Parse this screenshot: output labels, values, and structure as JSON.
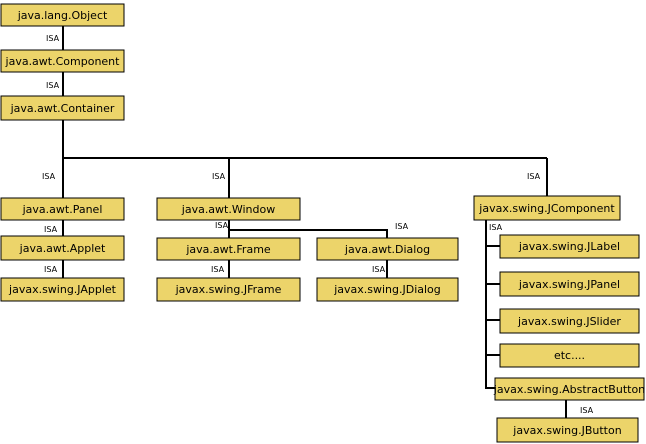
{
  "colors": {
    "box_fill": "#ecd46a",
    "line": "#000000",
    "background": "#ffffff"
  },
  "edge_label": "ISA",
  "classes": {
    "object": "java.lang.Object",
    "component": "java.awt.Component",
    "container": "java.awt.Container",
    "panel": "java.awt.Panel",
    "applet": "java.awt.Applet",
    "japplet": "javax.swing.JApplet",
    "window": "java.awt.Window",
    "frame": "java.awt.Frame",
    "jframe": "javax.swing.JFrame",
    "dialog": "java.awt.Dialog",
    "jdialog": "javax.swing.JDialog",
    "jcomponent": "javax.swing.JComponent",
    "jlabel": "javax.swing.JLabel",
    "jpanel": "javax.swing.JPanel",
    "jslider": "javax.swing.JSlider",
    "etc": "etc....",
    "abstractbutton": "javax.swing.AbstractButton",
    "jbutton": "javax.swing.JButton"
  },
  "edges": [
    {
      "from": "component",
      "to": "object"
    },
    {
      "from": "container",
      "to": "component"
    },
    {
      "from": "panel",
      "to": "container"
    },
    {
      "from": "window",
      "to": "container"
    },
    {
      "from": "jcomponent",
      "to": "container"
    },
    {
      "from": "applet",
      "to": "panel"
    },
    {
      "from": "japplet",
      "to": "applet"
    },
    {
      "from": "frame",
      "to": "window"
    },
    {
      "from": "dialog",
      "to": "window"
    },
    {
      "from": "jframe",
      "to": "frame"
    },
    {
      "from": "jdialog",
      "to": "dialog"
    },
    {
      "from": "jlabel",
      "to": "jcomponent"
    },
    {
      "from": "jpanel",
      "to": "jcomponent"
    },
    {
      "from": "jslider",
      "to": "jcomponent"
    },
    {
      "from": "etc",
      "to": "jcomponent"
    },
    {
      "from": "abstractbutton",
      "to": "jcomponent"
    },
    {
      "from": "jbutton",
      "to": "abstractbutton"
    }
  ]
}
